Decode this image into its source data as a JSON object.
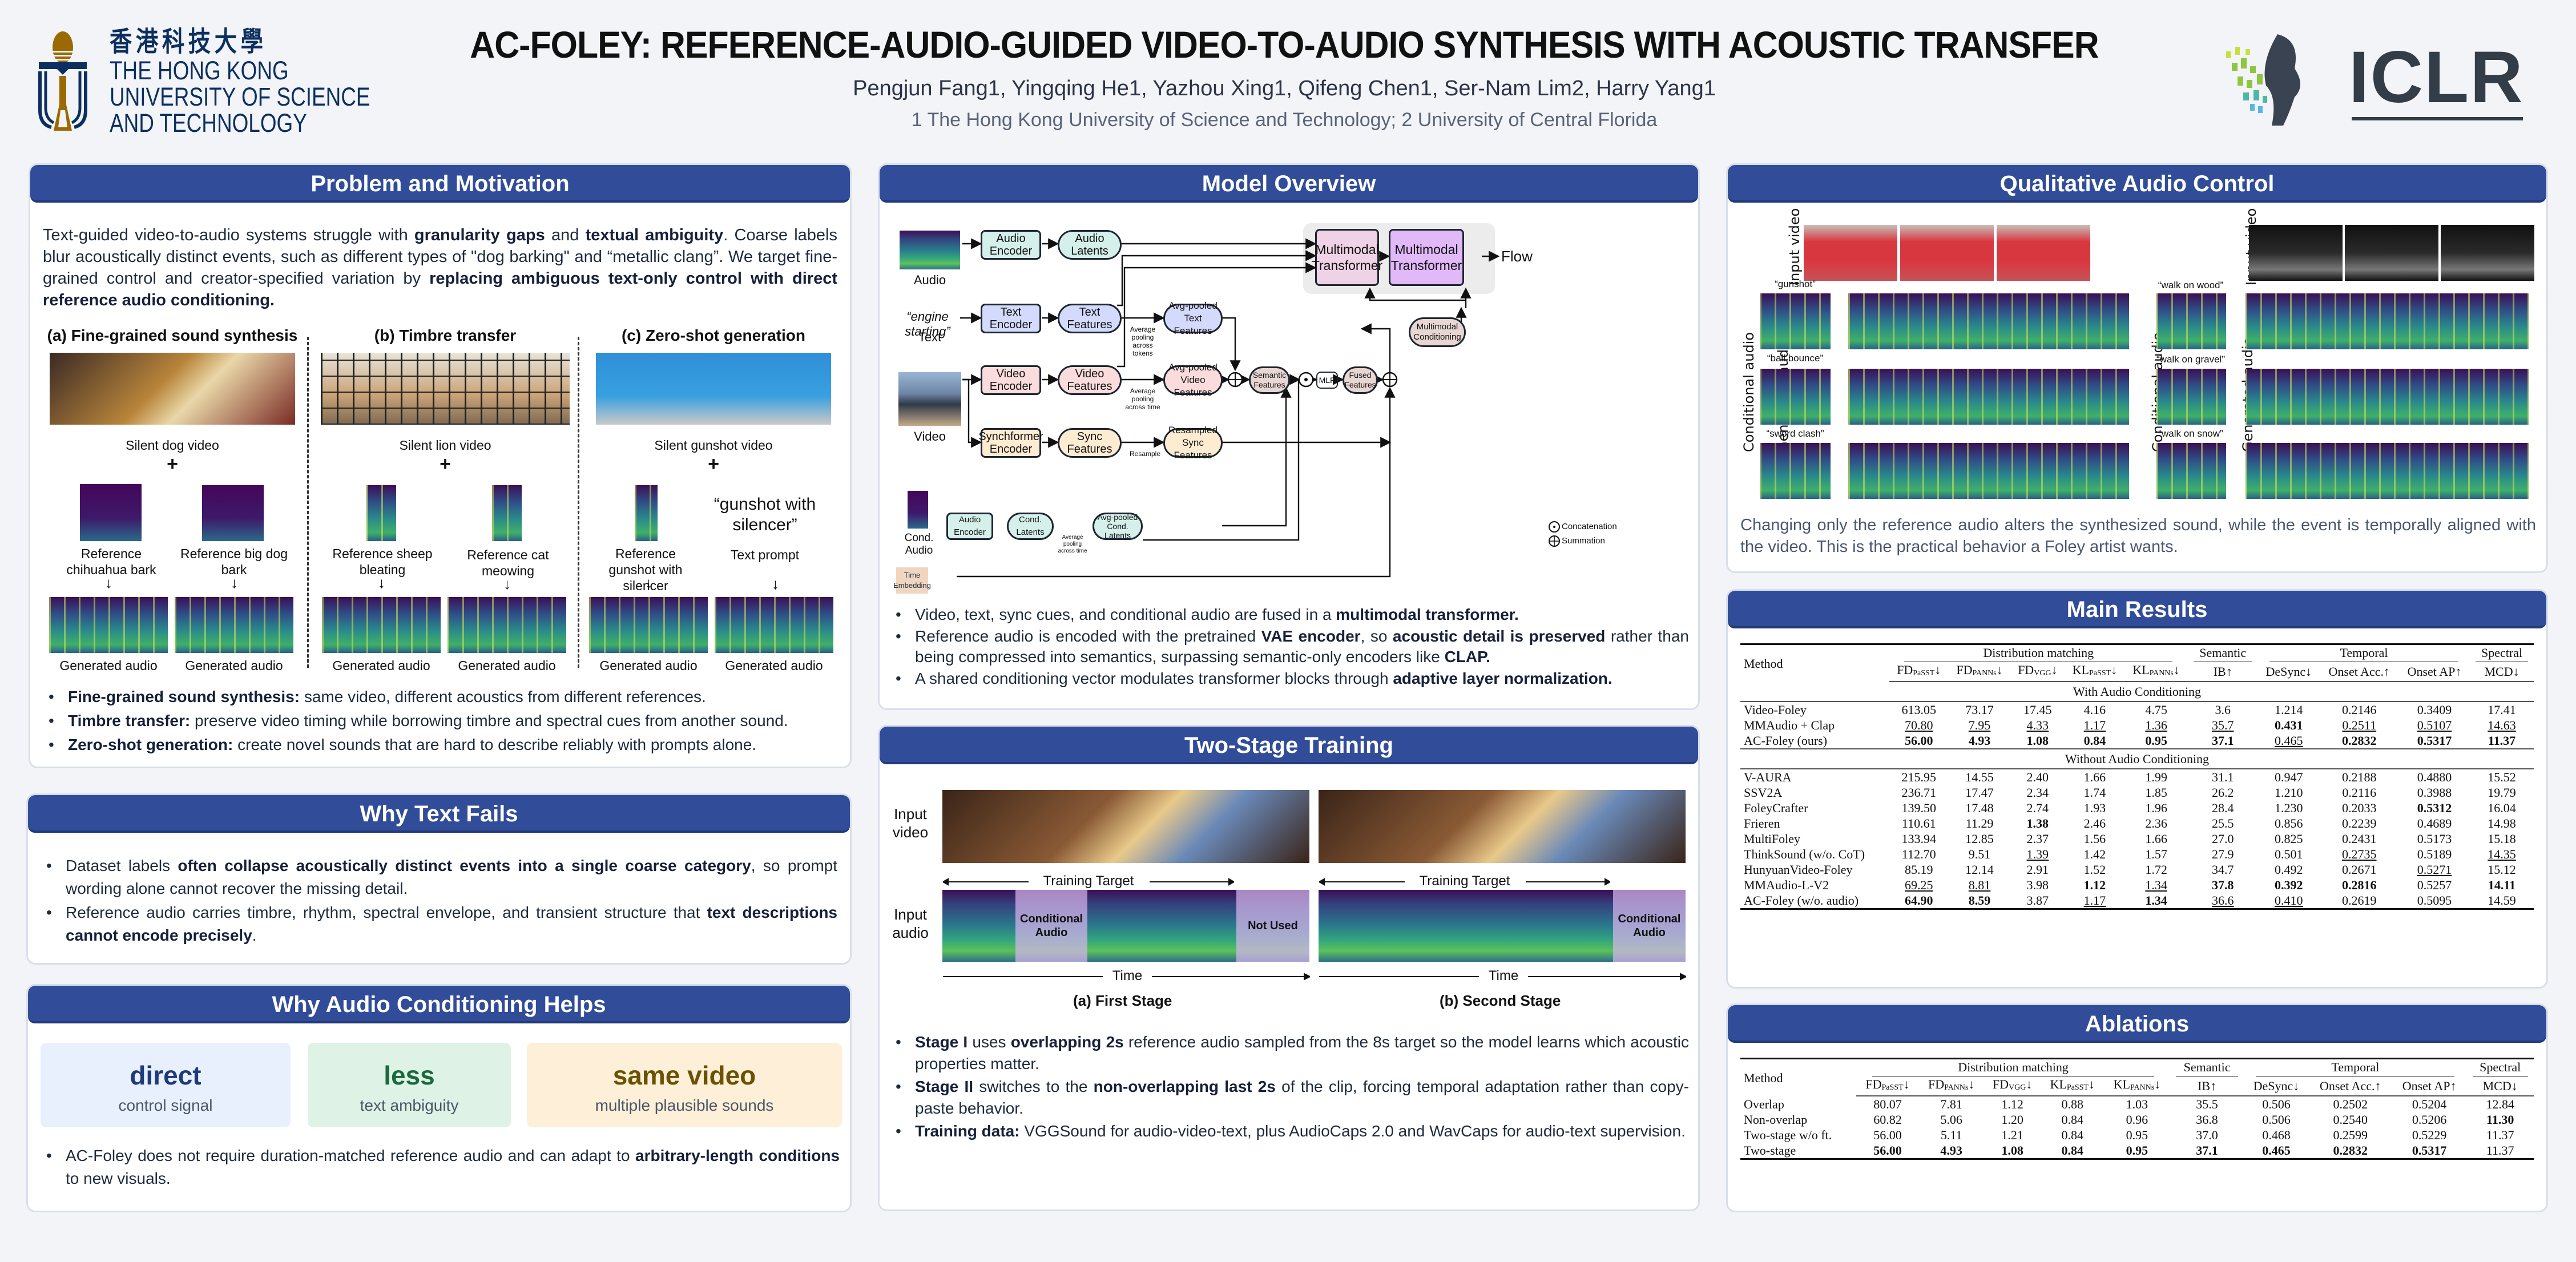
{
  "header": {
    "university_logo": {
      "zh": "香港科技大學",
      "en_lines": [
        "THE HONG KONG",
        "UNIVERSITY OF SCIENCE",
        "AND TECHNOLOGY"
      ]
    },
    "title": "AC-FOLEY: REFERENCE-AUDIO-GUIDED VIDEO-TO-AUDIO SYNTHESIS WITH ACOUSTIC TRANSFER",
    "authors": "Pengjun Fang1, Yingqing He1, Yazhou Xing1, Qifeng Chen1, Ser-Nam Lim2, Harry Yang1",
    "affiliations": "1 The Hong Kong University of Science and Technology; 2 University of Central Florida",
    "conference_logo": "ICLR",
    "colors": {
      "hkust_navy": "#0c2f5f",
      "hkust_gold": "#9a6a00",
      "header_blue": "#314c99"
    }
  },
  "problem": {
    "heading": "Problem and Motivation",
    "para": [
      {
        "t": "Text-guided video-to-audio systems struggle with "
      },
      {
        "t": "granularity gaps",
        "b": true
      },
      {
        "t": " and "
      },
      {
        "t": "textual ambiguity",
        "b": true
      },
      {
        "t": ". Coarse labels blur acoustically distinct events, such as different types of \"dog barking\" and “metallic clang”. We target fine-grained control and creator-specified variation by "
      },
      {
        "t": "replacing ambiguous text-only control with direct reference audio conditioning.",
        "b": true
      }
    ],
    "figure": {
      "columns": [
        {
          "title": "(a) Fine-grained sound synthesis",
          "video_label": "Silent dog video",
          "plus": "+",
          "refs": [
            "Reference chihuahua bark",
            "Reference big dog bark"
          ],
          "outputs": [
            "Generated audio",
            "Generated audio"
          ]
        },
        {
          "title": "(b) Timbre transfer",
          "video_label": "Silent lion video",
          "plus": "+",
          "refs": [
            "Reference sheep bleating",
            "Reference cat meowing"
          ],
          "outputs": [
            "Generated audio",
            "Generated audio"
          ]
        },
        {
          "title": "(c) Zero-shot generation",
          "video_label": "Silent gunshot video",
          "plus": "+",
          "refs": [
            "Reference gunshot with silencer",
            "Text prompt"
          ],
          "text_prompt": "“gunshot with silencer”",
          "outputs": [
            "Generated audio",
            "Generated audio"
          ]
        }
      ],
      "arrow": "↓"
    },
    "bullets": [
      {
        "bold": "Fine-grained sound synthesis:",
        "text": " same video, different acoustics from different references."
      },
      {
        "bold": "Timbre transfer:",
        "text": " preserve video timing while borrowing timbre and spectral cues from another sound."
      },
      {
        "bold": "Zero-shot generation:",
        "text": " create novel sounds that are hard to describe reliably with prompts alone."
      }
    ]
  },
  "why_text": {
    "heading": "Why Text Fails",
    "bullets": [
      [
        {
          "t": "Dataset labels "
        },
        {
          "t": "often collapse acoustically distinct events into a single coarse category",
          "b": true
        },
        {
          "t": ", so prompt wording alone cannot recover the missing detail."
        }
      ],
      [
        {
          "t": "Reference audio carries timbre, rhythm, spectral envelope, and transient structure that "
        },
        {
          "t": "text descriptions cannot encode precisely",
          "b": true
        },
        {
          "t": "."
        }
      ]
    ]
  },
  "why_audio": {
    "heading": "Why Audio Conditioning Helps",
    "stats": [
      {
        "big": "direct",
        "small": "control signal",
        "color": "#1f3a7a",
        "bg": "#e8f0fd"
      },
      {
        "big": "less",
        "small": "text ambiguity",
        "color": "#1a6a3f",
        "bg": "#dff2e6"
      },
      {
        "big": "same video",
        "small": "multiple plausible sounds",
        "color": "#6b5200",
        "bg": "#fdefd8"
      }
    ],
    "bullets": [
      [
        {
          "t": "AC-Foley does not require duration-matched reference audio and can adapt to "
        },
        {
          "t": "arbitrary-length conditions",
          "b": true
        },
        {
          "t": " to new visuals."
        }
      ]
    ]
  },
  "model": {
    "heading": "Model Overview",
    "diagram": {
      "inputs": {
        "audio": "Audio",
        "text_quote": "“engine starting”",
        "text": "Text",
        "video": "Video",
        "cond_audio": "Cond. Audio",
        "time": "Time Embedding"
      },
      "nodes": {
        "audio_encoder": "Audio Encoder",
        "audio_latents": "Audio Latents",
        "text_encoder": "Text Encoder",
        "text_features": "Text Features",
        "video_encoder": "Video Encoder",
        "video_features": "Video Features",
        "sync_encoder": "Synchformer Encoder",
        "sync_features": "Sync Features",
        "cond_encoder": "Audio Encoder",
        "cond_latents": "Cond. Latents",
        "avg_text": "Avg-pooled Text Features",
        "avg_video": "Avg-pooled Video Features",
        "resampled_sync": "Resampled Sync Features",
        "avg_cond": "Avg-pooled Cond. Latents",
        "mt1": "Multimodal Transformer",
        "mt2": "Multimodal Transformer",
        "flow": "Flow",
        "mm_cond": "Multimodal Conditioning",
        "semantic": "Semantic Features",
        "mlp": "MLP",
        "fused": "Fused Features"
      },
      "edge_labels": {
        "pool_tokens": "Average pooling across tokens",
        "pool_time": "Average pooling across time",
        "resample": "Resample",
        "pool_time_cond": "Average pooling across time"
      },
      "legend": {
        "concat": "Concatenation",
        "sum": "Summation"
      }
    },
    "bullets": [
      [
        {
          "t": "Video, text, sync cues, and conditional audio are fused in a "
        },
        {
          "t": "multimodal transformer.",
          "b": true
        }
      ],
      [
        {
          "t": "Reference audio is encoded with the pretrained "
        },
        {
          "t": "VAE encoder",
          "b": true
        },
        {
          "t": ", so "
        },
        {
          "t": "acoustic detail is preserved",
          "b": true
        },
        {
          "t": " rather than being compressed into semantics, surpassing semantic-only encoders like "
        },
        {
          "t": "CLAP.",
          "b": true
        }
      ],
      [
        {
          "t": "A shared conditioning vector modulates transformer blocks through "
        },
        {
          "t": "adaptive layer normalization.",
          "b": true
        }
      ]
    ]
  },
  "two_stage": {
    "heading": "Two-Stage Training",
    "row_labels": {
      "video": "Input video",
      "audio": "Input audio"
    },
    "stages": [
      {
        "caption": "(a) First Stage",
        "target": "Training Target",
        "time": "Time",
        "overlays": [
          "Conditional Audio",
          "Not Used"
        ]
      },
      {
        "caption": "(b) Second Stage",
        "target": "Training Target",
        "time": "Time",
        "overlays": [
          "Conditional Audio"
        ]
      }
    ],
    "bullets": [
      [
        {
          "t": "Stage I",
          "b": true
        },
        {
          "t": " uses "
        },
        {
          "t": "overlapping 2s",
          "b": true
        },
        {
          "t": " reference audio sampled from the 8s target so the model learns which acoustic properties matter."
        }
      ],
      [
        {
          "t": "Stage II",
          "b": true
        },
        {
          "t": " switches to the "
        },
        {
          "t": "non-overlapping last 2s",
          "b": true
        },
        {
          "t": " of the clip, forcing temporal adaptation rather than copy-paste behavior."
        }
      ],
      [
        {
          "t": "Training data:",
          "b": true
        },
        {
          "t": " VGGSound for audio-video-text, plus AudioCaps 2.0 and WavCaps for audio-text supervision."
        }
      ]
    ]
  },
  "qualitative": {
    "heading": "Qualitative Audio Control",
    "labels": {
      "input_video": "Input video",
      "conditional_audio": "Conditional audio",
      "generated_audio": "Generated audio"
    },
    "left_conds": [
      "“gunshot”",
      "“ball bounce”",
      "“sword clash”"
    ],
    "right_conds": [
      "“walk on wood”",
      "“walk on gravel”",
      "“walk on snow”"
    ],
    "caption": "Changing only the reference audio alters the synthesized sound, while the event is temporally aligned with the video. This is the practical behavior a Foley artist wants."
  },
  "main_results": {
    "heading": "Main Results",
    "method_header": "Method",
    "groups": [
      {
        "label": "Distribution matching",
        "span": 5
      },
      {
        "label": "Semantic",
        "span": 1
      },
      {
        "label": "Temporal",
        "span": 3
      },
      {
        "label": "Spectral",
        "span": 1
      }
    ],
    "columns": [
      {
        "base": "FD",
        "sub": "PaSST",
        "dir": "↓"
      },
      {
        "base": "FD",
        "sub": "PANNs",
        "dir": "↓"
      },
      {
        "base": "FD",
        "sub": "VGG",
        "dir": "↓"
      },
      {
        "base": "KL",
        "sub": "PaSST",
        "dir": "↓"
      },
      {
        "base": "KL",
        "sub": "PANNs",
        "dir": "↓"
      },
      {
        "base": "IB",
        "sub": "",
        "dir": "↑"
      },
      {
        "base": "DeSync",
        "sub": "",
        "dir": "↓"
      },
      {
        "base": "Onset Acc.",
        "sub": "",
        "dir": "↑"
      },
      {
        "base": "Onset AP",
        "sub": "",
        "dir": "↑"
      },
      {
        "base": "MCD",
        "sub": "",
        "dir": "↓"
      }
    ],
    "sections": [
      {
        "label": "With Audio Conditioning",
        "rows": [
          {
            "method": "Video-Foley",
            "values": [
              "613.05",
              "73.17",
              "17.45",
              "4.16",
              "4.75",
              "3.6",
              "1.214",
              "0.2146",
              "0.3409",
              "17.41"
            ],
            "bold": [],
            "underline": []
          },
          {
            "method": "MMAudio + Clap",
            "values": [
              "70.80",
              "7.95",
              "4.33",
              "1.17",
              "1.36",
              "35.7",
              "0.431",
              "0.2511",
              "0.5107",
              "14.63"
            ],
            "bold": [
              6
            ],
            "underline": [
              0,
              1,
              2,
              3,
              4,
              5,
              7,
              8,
              9
            ]
          },
          {
            "method": "AC-Foley (ours)",
            "values": [
              "56.00",
              "4.93",
              "1.08",
              "0.84",
              "0.95",
              "37.1",
              "0.465",
              "0.2832",
              "0.5317",
              "11.37"
            ],
            "bold": [
              0,
              1,
              2,
              3,
              4,
              5,
              7,
              8,
              9
            ],
            "underline": [
              6
            ]
          }
        ]
      },
      {
        "label": "Without Audio Conditioning",
        "rows": [
          {
            "method": "V-AURA",
            "values": [
              "215.95",
              "14.55",
              "2.40",
              "1.66",
              "1.99",
              "31.1",
              "0.947",
              "0.2188",
              "0.4880",
              "15.52"
            ],
            "bold": [],
            "underline": []
          },
          {
            "method": "SSV2A",
            "values": [
              "236.71",
              "17.47",
              "2.34",
              "1.74",
              "1.85",
              "26.2",
              "1.210",
              "0.2116",
              "0.3988",
              "19.79"
            ],
            "bold": [],
            "underline": []
          },
          {
            "method": "FoleyCrafter",
            "values": [
              "139.50",
              "17.48",
              "2.74",
              "1.93",
              "1.96",
              "28.4",
              "1.230",
              "0.2033",
              "0.5312",
              "16.04"
            ],
            "bold": [
              8
            ],
            "underline": []
          },
          {
            "method": "Frieren",
            "values": [
              "110.61",
              "11.29",
              "1.38",
              "2.46",
              "2.36",
              "25.5",
              "0.856",
              "0.2239",
              "0.4689",
              "14.98"
            ],
            "bold": [
              2
            ],
            "underline": []
          },
          {
            "method": "MultiFoley",
            "values": [
              "133.94",
              "12.85",
              "2.37",
              "1.56",
              "1.66",
              "27.0",
              "0.825",
              "0.2431",
              "0.5173",
              "15.18"
            ],
            "bold": [],
            "underline": []
          },
          {
            "method": "ThinkSound (w/o. CoT)",
            "values": [
              "112.70",
              "9.51",
              "1.39",
              "1.42",
              "1.57",
              "27.9",
              "0.501",
              "0.2735",
              "0.5189",
              "14.35"
            ],
            "bold": [],
            "underline": [
              2,
              7,
              9
            ]
          },
          {
            "method": "HunyuanVideo-Foley",
            "values": [
              "85.19",
              "12.14",
              "2.91",
              "1.52",
              "1.72",
              "34.7",
              "0.492",
              "0.2671",
              "0.5271",
              "15.12"
            ],
            "bold": [],
            "underline": [
              8
            ]
          },
          {
            "method": "MMAudio-L-V2",
            "values": [
              "69.25",
              "8.81",
              "3.98",
              "1.12",
              "1.34",
              "37.8",
              "0.392",
              "0.2816",
              "0.5257",
              "14.11"
            ],
            "bold": [
              3,
              5,
              6,
              7,
              9
            ],
            "underline": [
              0,
              1,
              4
            ]
          },
          {
            "method": "AC-Foley (w/o. audio)",
            "values": [
              "64.90",
              "8.59",
              "3.87",
              "1.17",
              "1.34",
              "36.6",
              "0.410",
              "0.2619",
              "0.5095",
              "14.59"
            ],
            "bold": [
              0,
              1,
              4
            ],
            "underline": [
              3,
              5,
              6
            ]
          }
        ]
      }
    ]
  },
  "ablations": {
    "heading": "Ablations",
    "method_header": "Method",
    "rows": [
      {
        "method": "Overlap",
        "values": [
          "80.07",
          "7.81",
          "1.12",
          "0.88",
          "1.03",
          "35.5",
          "0.506",
          "0.2502",
          "0.5204",
          "12.84"
        ],
        "bold": [],
        "underline": []
      },
      {
        "method": "Non-overlap",
        "values": [
          "60.82",
          "5.06",
          "1.20",
          "0.84",
          "0.96",
          "36.8",
          "0.506",
          "0.2540",
          "0.5206",
          "11.30"
        ],
        "bold": [
          9
        ],
        "underline": []
      },
      {
        "method": "Two-stage w/o ft.",
        "values": [
          "56.00",
          "5.11",
          "1.21",
          "0.84",
          "0.95",
          "37.0",
          "0.468",
          "0.2599",
          "0.5229",
          "11.37"
        ],
        "bold": [],
        "underline": []
      },
      {
        "method": "Two-stage",
        "values": [
          "56.00",
          "4.93",
          "1.08",
          "0.84",
          "0.95",
          "37.1",
          "0.465",
          "0.2832",
          "0.5317",
          "11.37"
        ],
        "bold": [
          0,
          1,
          2,
          3,
          4,
          5,
          6,
          7,
          8
        ],
        "underline": []
      }
    ]
  }
}
